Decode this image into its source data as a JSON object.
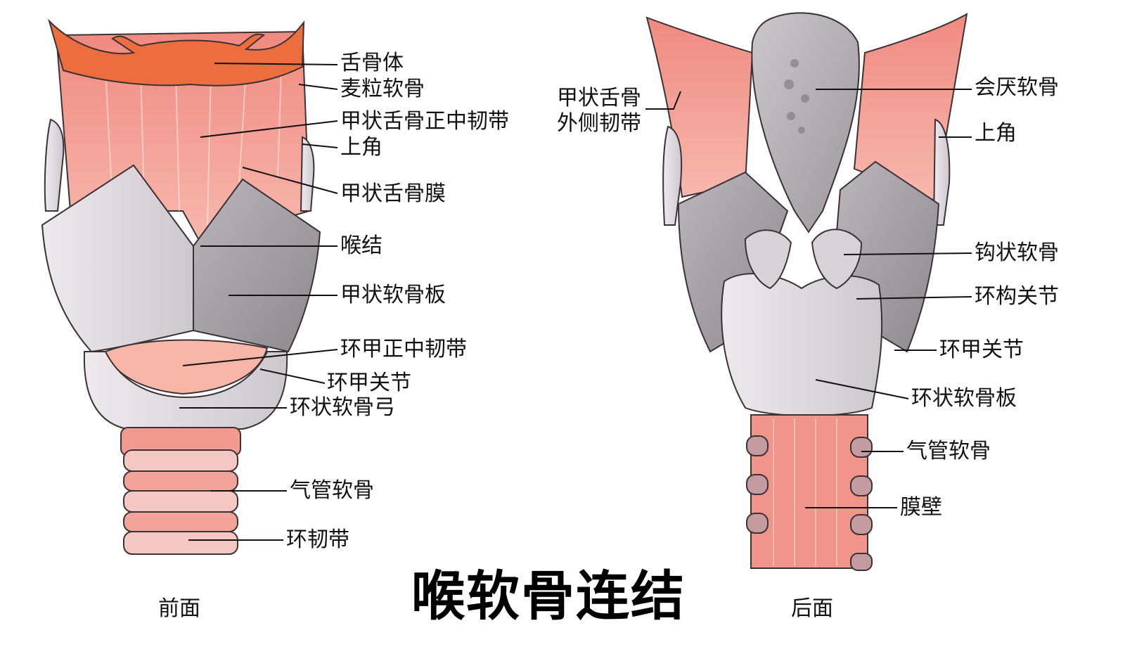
{
  "title": "喉软骨连结",
  "views": {
    "front": {
      "caption": "前面",
      "labels": {
        "hyoid_body": "舌骨体",
        "triticeous_cartilage": "麦粒软骨",
        "median_thyrohyoid_ligament": "甲状舌骨正中韧带",
        "superior_horn": "上角",
        "thyrohyoid_membrane": "甲状舌骨膜",
        "laryngeal_prominence": "喉结",
        "thyroid_lamina": "甲状软骨板",
        "median_cricothyroid_ligament": "环甲正中韧带",
        "cricothyroid_joint": "环甲关节",
        "cricoid_arch": "环状软骨弓",
        "tracheal_cartilage": "气管软骨",
        "annular_ligament": "环韧带"
      }
    },
    "back": {
      "caption": "后面",
      "labels": {
        "lateral_thyrohyoid_ligament_1": "甲状舌骨",
        "lateral_thyrohyoid_ligament_2": "外侧韧带",
        "epiglottic_cartilage": "会厌软骨",
        "superior_horn": "上角",
        "arytenoid_cartilage": "钩状软骨",
        "cricoarytenoid_joint": "环构关节",
        "cricothyroid_joint": "环甲关节",
        "cricoid_lamina": "环状软骨板",
        "tracheal_cartilage": "气管软骨",
        "membranous_wall": "膜壁"
      }
    }
  },
  "colors": {
    "muscle": "#f29a8f",
    "muscle_light": "#f9c5bc",
    "hyoid": "#ec6e3e",
    "cartilage": "#e9e2e8",
    "cartilage_shadow": "#a9a2aa",
    "outline": "#3b3236"
  }
}
